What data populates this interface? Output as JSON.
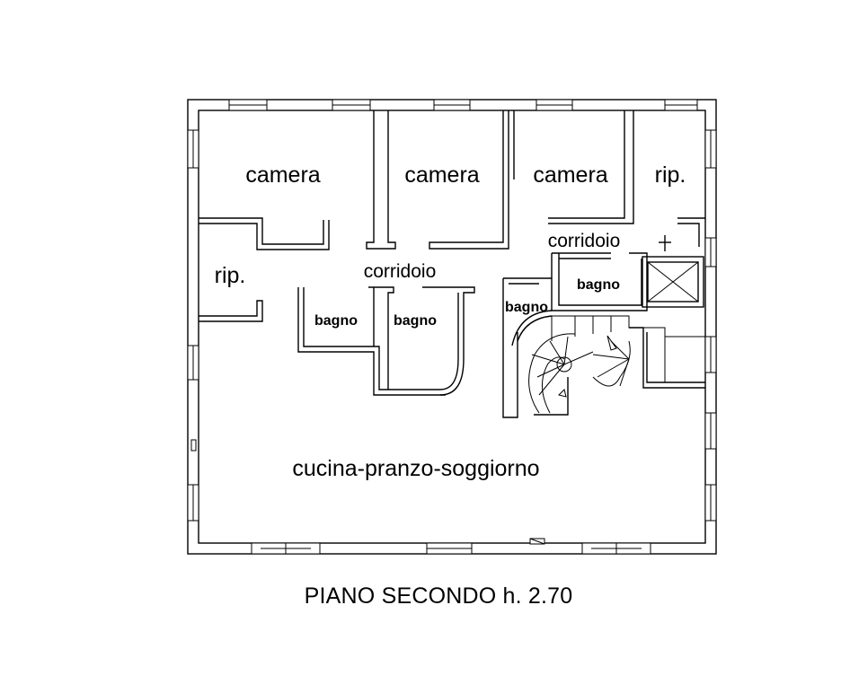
{
  "rooms": {
    "camera_1": "camera",
    "camera_2": "camera",
    "camera_3": "camera",
    "rip_1": "rip.",
    "rip_2": "rip.",
    "corridoio_1": "corridoio",
    "corridoio_2": "corridoio",
    "bagno_1": "bagno",
    "bagno_2": "bagno",
    "bagno_3": "bagno",
    "bagno_4": "bagno",
    "living": "cucina-pranzo-soggiorno"
  },
  "title": "PIANO SECONDO h. 2.70"
}
